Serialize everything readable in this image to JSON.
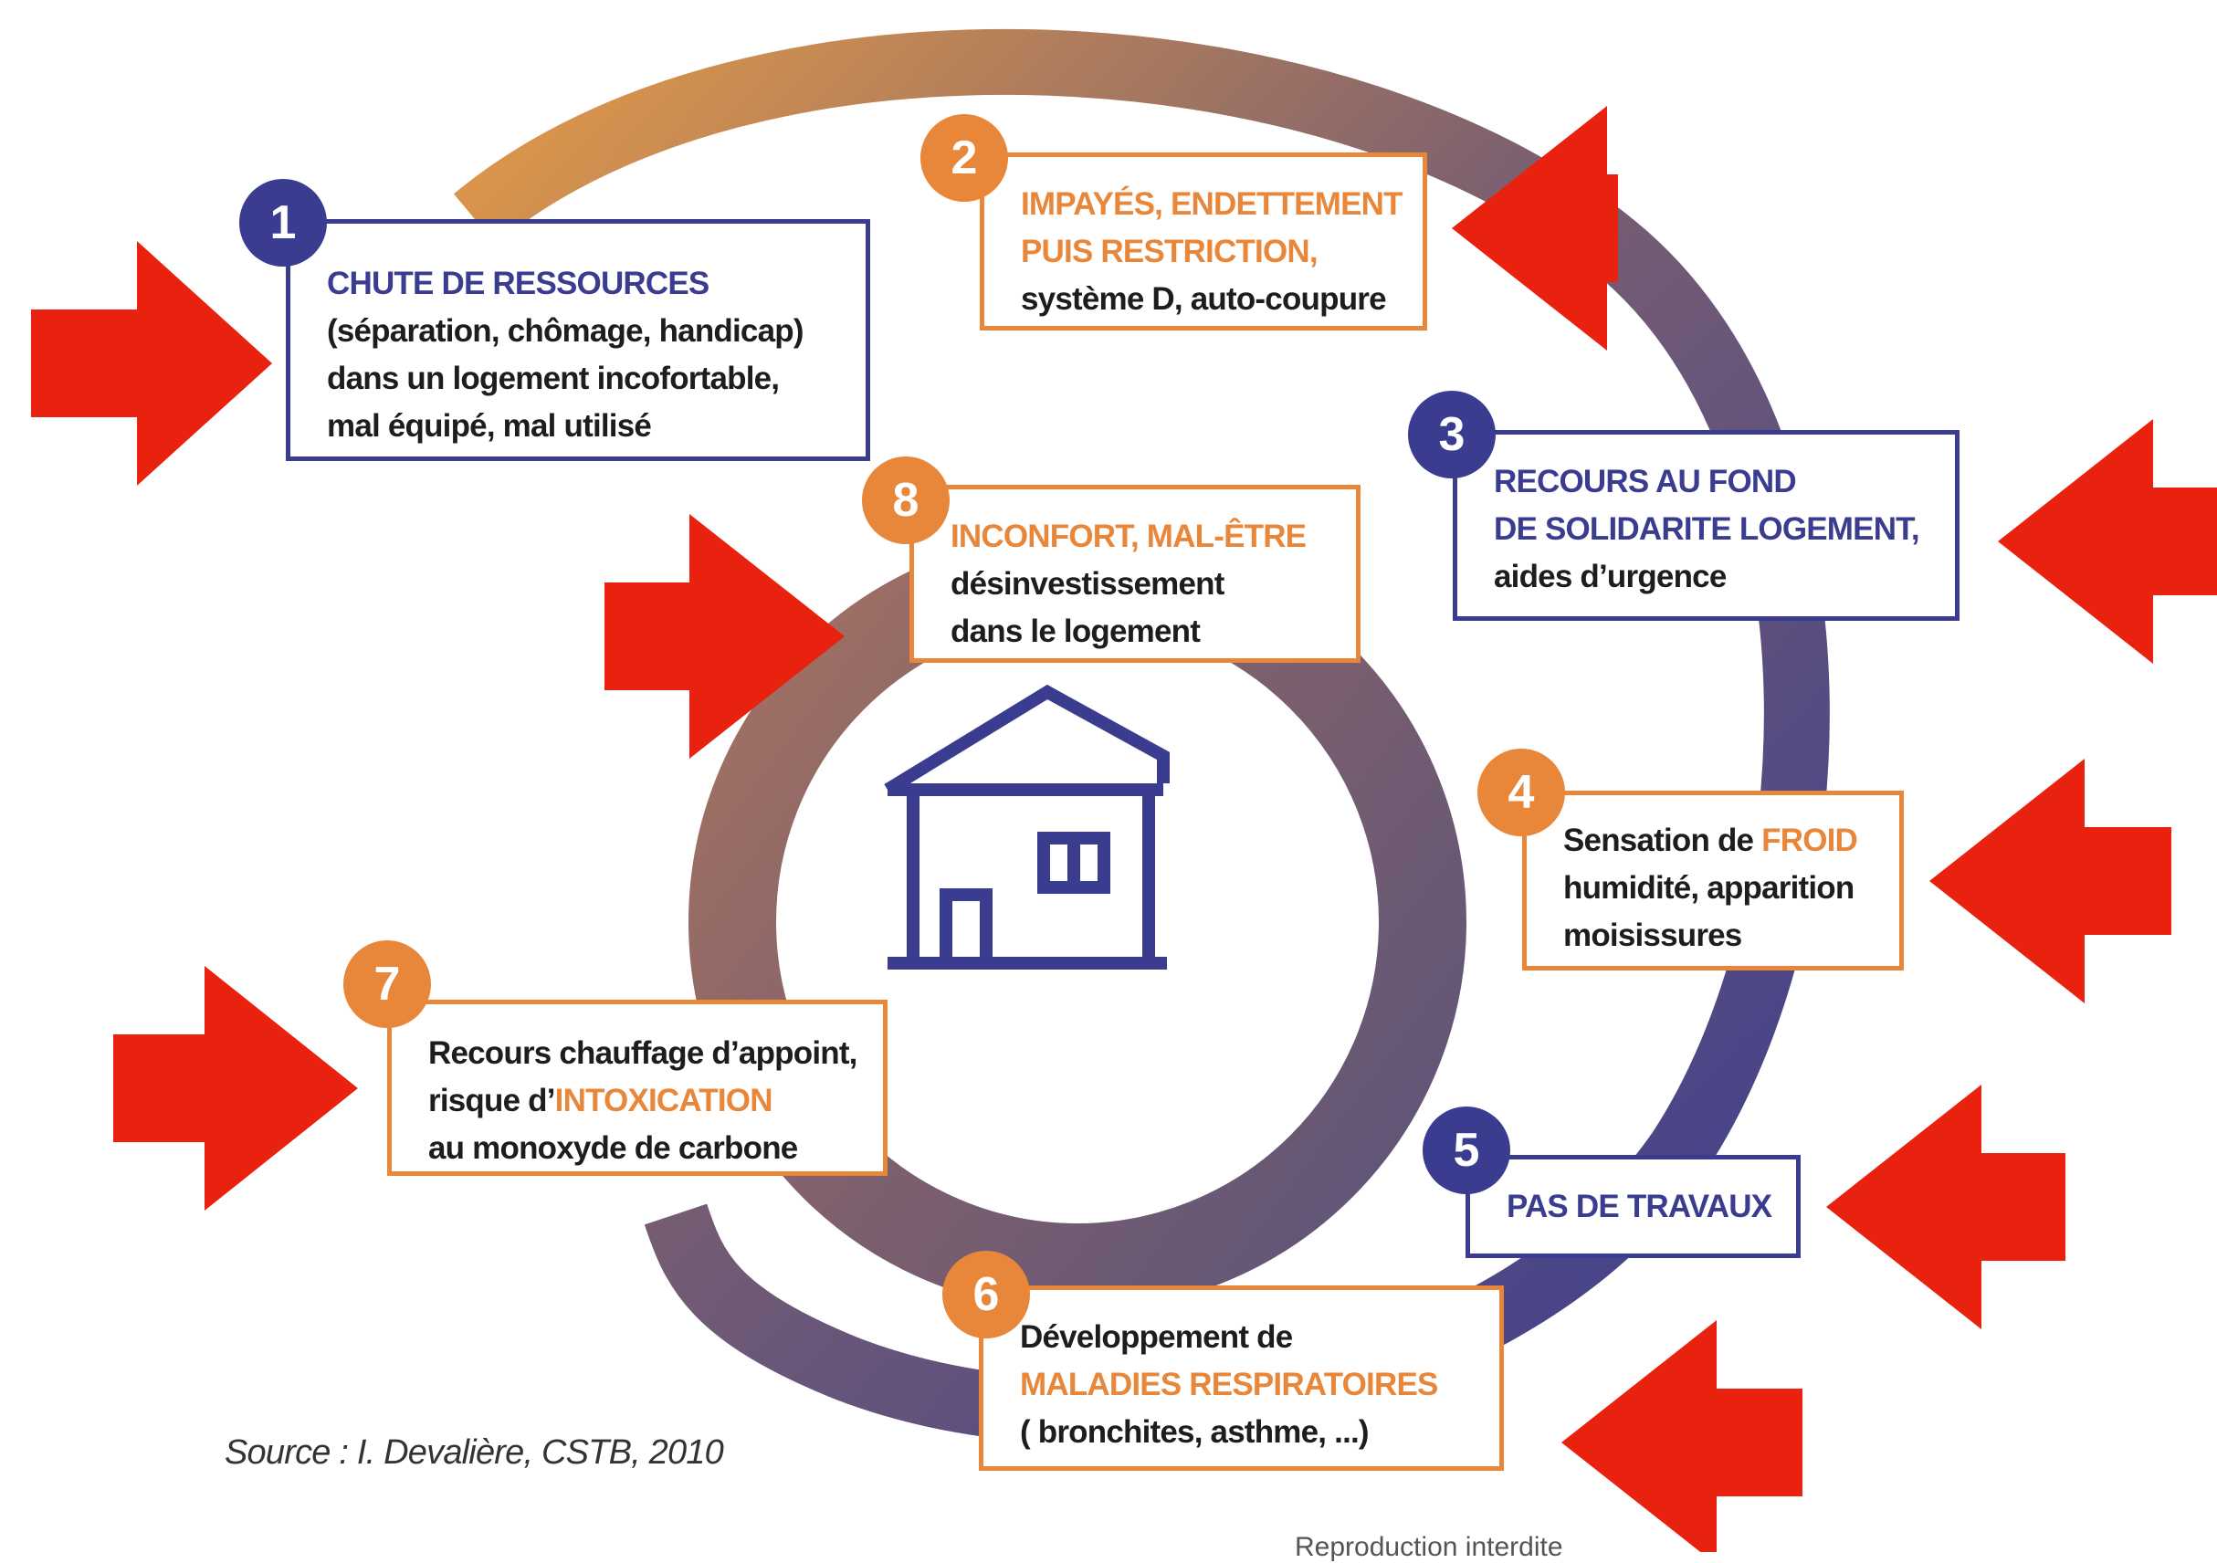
{
  "steps": [
    {
      "number": "1",
      "color": "blue",
      "lines": [
        [
          {
            "t": "CHUTE DE RESSOURCES",
            "hl": "b"
          }
        ],
        [
          {
            "t": "(séparation, chômage, handicap)"
          }
        ],
        [
          {
            "t": "dans un logement incofortable,"
          }
        ],
        [
          {
            "t": "mal équipé, mal utilisé"
          }
        ]
      ]
    },
    {
      "number": "2",
      "color": "orange",
      "lines": [
        [
          {
            "t": "IMPAYÉS, ENDETTEMENT",
            "hl": "o"
          }
        ],
        [
          {
            "t": "PUIS RESTRICTION,",
            "hl": "o"
          }
        ],
        [
          {
            "t": "système D, auto-coupure"
          }
        ]
      ]
    },
    {
      "number": "3",
      "color": "blue",
      "lines": [
        [
          {
            "t": "RECOURS AU FOND",
            "hl": "b"
          }
        ],
        [
          {
            "t": "DE SOLIDARITE LOGEMENT,",
            "hl": "b"
          }
        ],
        [
          {
            "t": "aides d’urgence"
          }
        ]
      ]
    },
    {
      "number": "4",
      "color": "orange",
      "lines": [
        [
          {
            "t": "Sensation de "
          },
          {
            "t": "FROID",
            "hl": "o"
          }
        ],
        [
          {
            "t": "humidité, apparition"
          }
        ],
        [
          {
            "t": "moisissures"
          }
        ]
      ]
    },
    {
      "number": "5",
      "color": "blue",
      "lines": [
        [
          {
            "t": "PAS DE TRAVAUX",
            "hl": "b"
          }
        ]
      ]
    },
    {
      "number": "6",
      "color": "orange",
      "lines": [
        [
          {
            "t": "Développement de"
          }
        ],
        [
          {
            "t": "MALADIES RESPIRATOIRES",
            "hl": "o"
          }
        ],
        [
          {
            "t": "( bronchites, asthme, ...)"
          }
        ]
      ]
    },
    {
      "number": "7",
      "color": "orange",
      "lines": [
        [
          {
            "t": "Recours chauffage d’appoint,"
          }
        ],
        [
          {
            "t": "risque d’"
          },
          {
            "t": "INTOXICATION",
            "hl": "o"
          }
        ],
        [
          {
            "t": "au monoxyde de carbone"
          }
        ]
      ]
    },
    {
      "number": "8",
      "color": "orange",
      "lines": [
        [
          {
            "t": "INCONFORT, MAL-ÊTRE",
            "hl": "o"
          }
        ],
        [
          {
            "t": "désinvestissement"
          }
        ],
        [
          {
            "t": "dans le logement"
          }
        ]
      ]
    }
  ],
  "source": "Source : I. Devalière, CSTB, 2010",
  "footer_text": "Reproduction interdite",
  "colors": {
    "orange": "#e8873a",
    "blue": "#3a3d8f",
    "arrow": "#e8220f",
    "spiral_start": "#e39a48",
    "spiral_end": "#3a3d8f"
  },
  "icons": {
    "center": "house-icon",
    "pointer": "arrow-icon"
  }
}
